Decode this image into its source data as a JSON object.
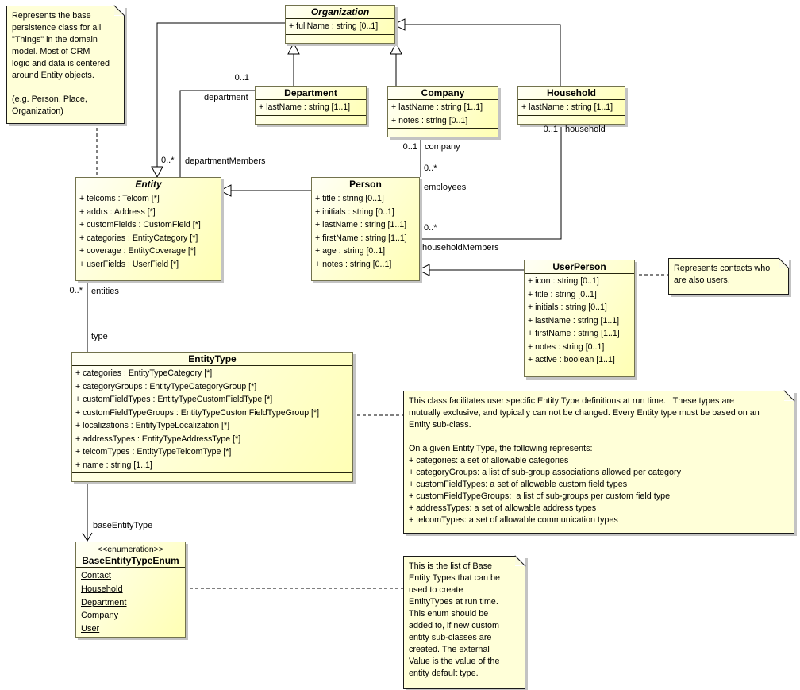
{
  "diagram": {
    "type": "uml-class-diagram",
    "colors": {
      "class_fill": "#ffffc8",
      "class_border": "#72724d",
      "note_fill": "#ffffd8",
      "line": "#000000",
      "shadow": "#c3c3c3",
      "background": "#ffffff"
    }
  },
  "classes": {
    "organization": {
      "name": "Organization",
      "abstract": true,
      "attributes": [
        "+ fullName : string [0..1]"
      ]
    },
    "department": {
      "name": "Department",
      "abstract": false,
      "attributes": [
        "+ lastName : string [1..1]"
      ]
    },
    "company": {
      "name": "Company",
      "abstract": false,
      "attributes": [
        "+ lastName : string [1..1]",
        "+ notes : string [0..1]"
      ]
    },
    "household": {
      "name": "Household",
      "abstract": false,
      "attributes": [
        "+ lastName : string [1..1]"
      ]
    },
    "entity": {
      "name": "Entity",
      "abstract": true,
      "attributes": [
        "+ telcoms : Telcom [*]",
        "+ addrs : Address [*]",
        "+ customFields : CustomField [*]",
        "+ categories : EntityCategory [*]",
        "+ coverage : EntityCoverage [*]",
        "+ userFields : UserField [*]"
      ]
    },
    "person": {
      "name": "Person",
      "abstract": false,
      "attributes": [
        "+ title : string [0..1]",
        "+ initials : string [0..1]",
        "+ lastName : string [1..1]",
        "+ firstName : string [1..1]",
        "+ age : string [0..1]",
        "+ notes : string [0..1]"
      ]
    },
    "userperson": {
      "name": "UserPerson",
      "abstract": false,
      "attributes": [
        "+ icon : string [0..1]",
        "+ title : string [0..1]",
        "+ initials : string [0..1]",
        "+ lastName : string [1..1]",
        "+ firstName : string [1..1]",
        "+ notes : string [0..1]",
        "+ active : boolean [1..1]"
      ]
    },
    "entitytype": {
      "name": "EntityType",
      "abstract": false,
      "attributes": [
        "+ categories : EntityTypeCategory [*]",
        "+ categoryGroups : EntityTypeCategoryGroup [*]",
        "+ customFieldTypes : EntityTypeCustomFieldType [*]",
        "+ customFieldTypeGroups : EntityTypeCustomFieldTypeGroup [*]",
        "+ localizations : EntityTypeLocalization [*]",
        "+ addressTypes : EntityTypeAddressType [*]",
        "+ telcomTypes : EntityTypeTelcomType [*]",
        "+ name : string [1..1]"
      ]
    },
    "base_entity_type_enum": {
      "stereotype": "<<enumeration>>",
      "name": "BaseEntityTypeEnum",
      "literals": [
        "Contact",
        "Household",
        "Department",
        "Company",
        "User"
      ]
    }
  },
  "notes": {
    "entity_note": "Represents the base\npersistence class for all\n\"Things\" in the domain\nmodel. Most of CRM\nlogic and data is centered\naround Entity objects.\n\n(e.g. Person, Place,\nOrganization)",
    "userperson_note": "Represents contacts who\nare also users.",
    "entitytype_note": "This class facilitates user specific Entity Type definitions at run time.   These types are\nmutually exclusive, and typically can not be changed. Every Entity type must be based on an\nEntity sub-class.\n\nOn a given Entity Type, the following represents:\n+ categories: a set of allowable categories\n+ categoryGroups: a list of sub-group associations allowed per category\n+ customFieldTypes: a set of allowable custom field types\n+ customFieldTypeGroups:  a list of sub-groups per custom field type\n+ addressTypes: a set of allowable address types\n+ telcomTypes: a set of allowable communication types",
    "enum_note": "This is the list of Base\nEntity Types that can be\nused to create\nEntityTypes at run time.\nThis enum should be\nadded to, if new custom\nentity sub-classes are\ncreated. The external\nValue is the value of the\nentity default type."
  },
  "labels": {
    "department_mult": "0..1",
    "department_role": "department",
    "department_members_mult": "0..*",
    "department_members_role": "departmentMembers",
    "company_mult": "0..1",
    "company_role": "company",
    "employees_mult": "0..*",
    "employees_role": "employees",
    "household_mult": "0..1",
    "household_role": "household",
    "household_members_mult": "0..*",
    "household_members_role": "householdMembers",
    "entities_mult": "0..*",
    "entities_role": "entities",
    "type_role": "type",
    "base_entity_type_role": "baseEntityType"
  }
}
